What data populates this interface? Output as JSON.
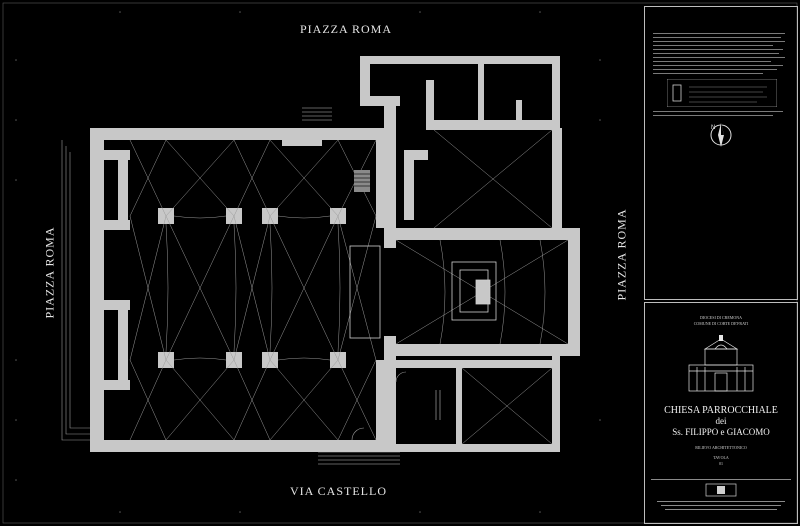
{
  "streets": {
    "top": "PIAZZA   ROMA",
    "bottom": "VIA   CASTELLO",
    "left": "PIAZZA   ROMA",
    "right": "PIAZZA   ROMA"
  },
  "title_block": {
    "diocese": "DIOCESI DI CREMONA",
    "comune": "COMUNE DI CORTE DE'FRATI",
    "church_line1": "CHIESA PARROCCHIALE",
    "church_line2": "dei",
    "church_line3": "Ss. FILIPPO  e  GIACOMO",
    "section": "RILIEVO ARCHITETTONICO",
    "sheet_label": "TAVOLA",
    "sheet_number": "01"
  },
  "colors": {
    "background": "#000000",
    "walls": "#c8c8c8",
    "lines": "#9a9a9a",
    "text": "#e6e6e6"
  },
  "icons": {
    "north_arrow": "compass-north-icon",
    "facade": "church-facade-icon",
    "logo": "studio-logo-icon"
  }
}
